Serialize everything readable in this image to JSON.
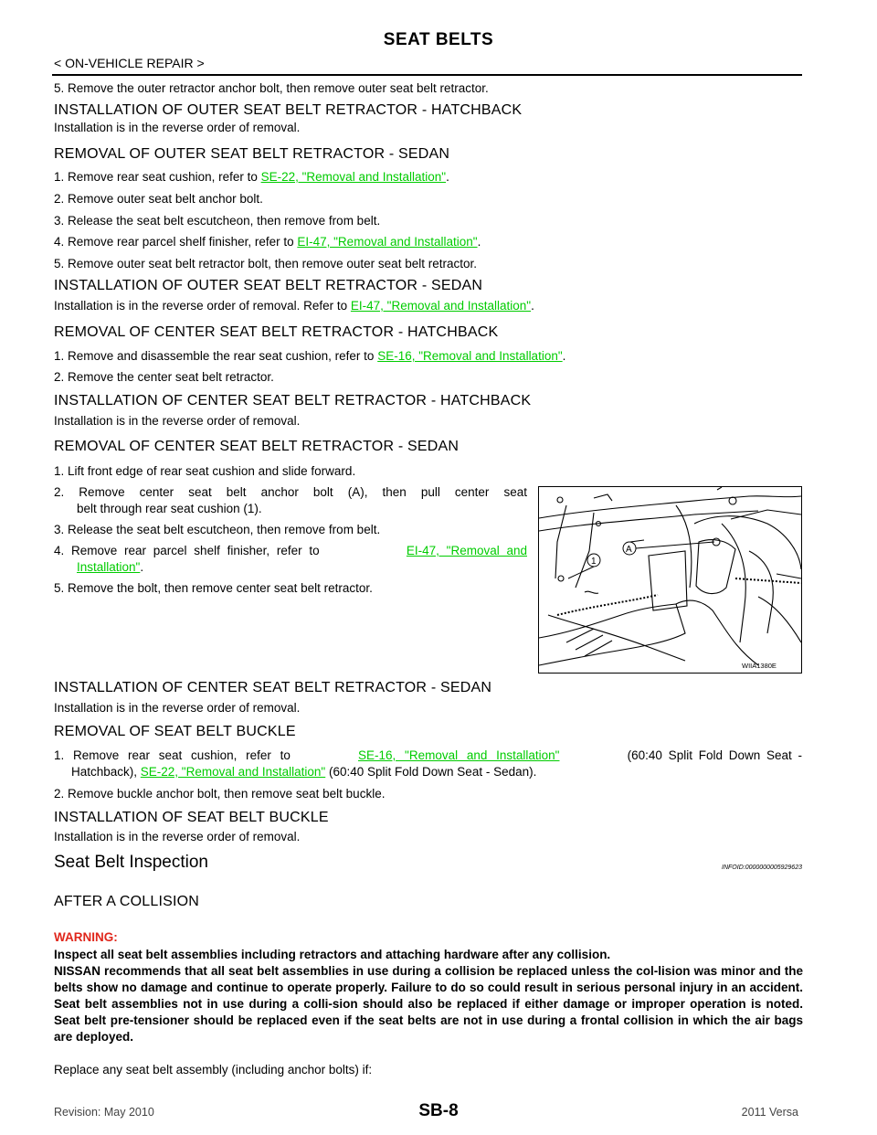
{
  "header": {
    "title": "SEAT BELTS",
    "section": "< ON-VEHICLE REPAIR >"
  },
  "intro_step": "5.  Remove the outer retractor anchor bolt, then remove outer seat belt retractor.",
  "s1": {
    "heading": "INSTALLATION OF OUTER SEAT BELT RETRACTOR - HATCHBACK",
    "text": "Installation is in the reverse order of removal."
  },
  "s2": {
    "heading": "REMOVAL OF OUTER SEAT BELT RETRACTOR - SEDAN",
    "step1_pre": "1.  Remove rear seat cushion, refer to ",
    "step1_link": "SE-22, \"Removal and Installation\"",
    "step1_post": ".",
    "step2": "2.  Remove outer seat belt anchor bolt.",
    "step3": "3.  Release the seat belt escutcheon, then remove from belt.",
    "step4_pre": "4.  Remove rear parcel shelf finisher, refer to ",
    "step4_link": "EI-47, \"Removal and Installation\"",
    "step4_post": ".",
    "step5": "5.  Remove outer seat belt retractor bolt, then remove outer seat belt retractor."
  },
  "s3": {
    "heading": "INSTALLATION OF OUTER SEAT BELT RETRACTOR - SEDAN",
    "text_pre": "Installation is in the reverse order of removal. Refer to ",
    "link": "EI-47, \"Removal and Installation\"",
    "text_post": "."
  },
  "s4": {
    "heading": "REMOVAL OF CENTER SEAT BELT RETRACTOR - HATCHBACK",
    "step1_pre": "1.  Remove and disassemble the rear seat cushion, refer to ",
    "step1_link": "SE-16, \"Removal and Installation\"",
    "step1_post": ".",
    "step2": "2.  Remove the center seat belt retractor."
  },
  "s5": {
    "heading": "INSTALLATION OF CENTER SEAT BELT RETRACTOR - HATCHBACK",
    "text": "Installation is in the reverse order of removal."
  },
  "s6": {
    "heading": "REMOVAL OF CENTER SEAT BELT RETRACTOR - SEDAN",
    "step1": "1.  Lift front edge of rear seat cushion and slide forward.",
    "step2_a": "2.  Remove center seat belt anchor bolt (A), then pull center seat",
    "step2_b": "belt through rear seat cushion (1).",
    "step3": "3.  Release the seat belt escutcheon, then remove from belt.",
    "step4_pre": "4.  Remove rear parcel shelf finisher, refer to ",
    "step4_link_a": "EI-47, \"Removal and",
    "step4_link_b": "Installation\"",
    "step4_post": ".",
    "step5": "5.  Remove the bolt, then remove center seat belt retractor."
  },
  "figure": {
    "label_a": "A",
    "label_1": "1",
    "code": "WIIA1380E"
  },
  "s7": {
    "heading": "INSTALLATION OF CENTER SEAT BELT RETRACTOR - SEDAN",
    "text": "Installation is in the reverse order of removal."
  },
  "s8": {
    "heading": "REMOVAL OF SEAT BELT BUCKLE",
    "step1_pre": "1.  Remove rear seat cushion, refer to ",
    "step1_link1": "SE-16, \"Removal and Installation\"",
    "step1_mid": " (60:40 Split Fold Down Seat -",
    "step1_link2": "SE-22, \"Removal and Installation\"",
    "step1_b_pre": "Hatchback), ",
    "step1_post": " (60:40 Split Fold Down Seat - Sedan).",
    "step2": "2.  Remove buckle anchor bolt, then remove seat belt buckle."
  },
  "s9": {
    "heading": "INSTALLATION OF SEAT BELT BUCKLE",
    "text": "Installation is in the reverse order of removal."
  },
  "inspection": {
    "heading": "Seat Belt Inspection",
    "infoid": "INFOID:0000000005929623"
  },
  "s10": {
    "heading": "AFTER A COLLISION",
    "warning_label": "WARNING:",
    "warning_l1": "Inspect all seat belt assemblies including retractors and attaching hardware after any collision.",
    "warning_l2": "NISSAN recommends that all seat belt assemblies in use during a collision be replaced unless the col-lision was minor and the belts show no damage and continue to operate properly. Failure to do so could result in serious personal injury in an accident. Seat belt assemblies not in use during a colli-sion should also be replaced if either damage or improper operation is noted. Seat belt pre-tensioner should be replaced even if the seat belts are not in use during a frontal collision in which the air bags are deployed.",
    "text": "Replace any seat belt assembly (including anchor bolts) if:"
  },
  "footer": {
    "revision": "Revision: May 2010",
    "page": "SB-8",
    "model": "2011 Versa"
  }
}
